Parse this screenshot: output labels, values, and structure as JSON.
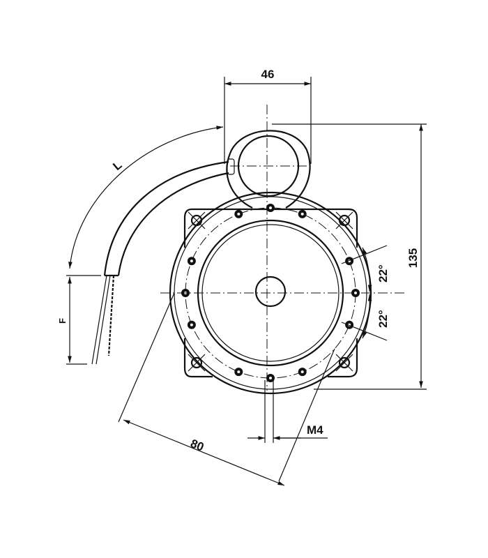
{
  "drawing": {
    "dimensions": {
      "width_top": "46",
      "height": "135",
      "cable_length": "L",
      "lead_length": "F",
      "angle_upper": "22°",
      "angle_lower": "22°",
      "bolt_diameter": "80",
      "thread": "M4"
    },
    "colors": {
      "ink": "#111111",
      "paper": "#ffffff"
    }
  }
}
